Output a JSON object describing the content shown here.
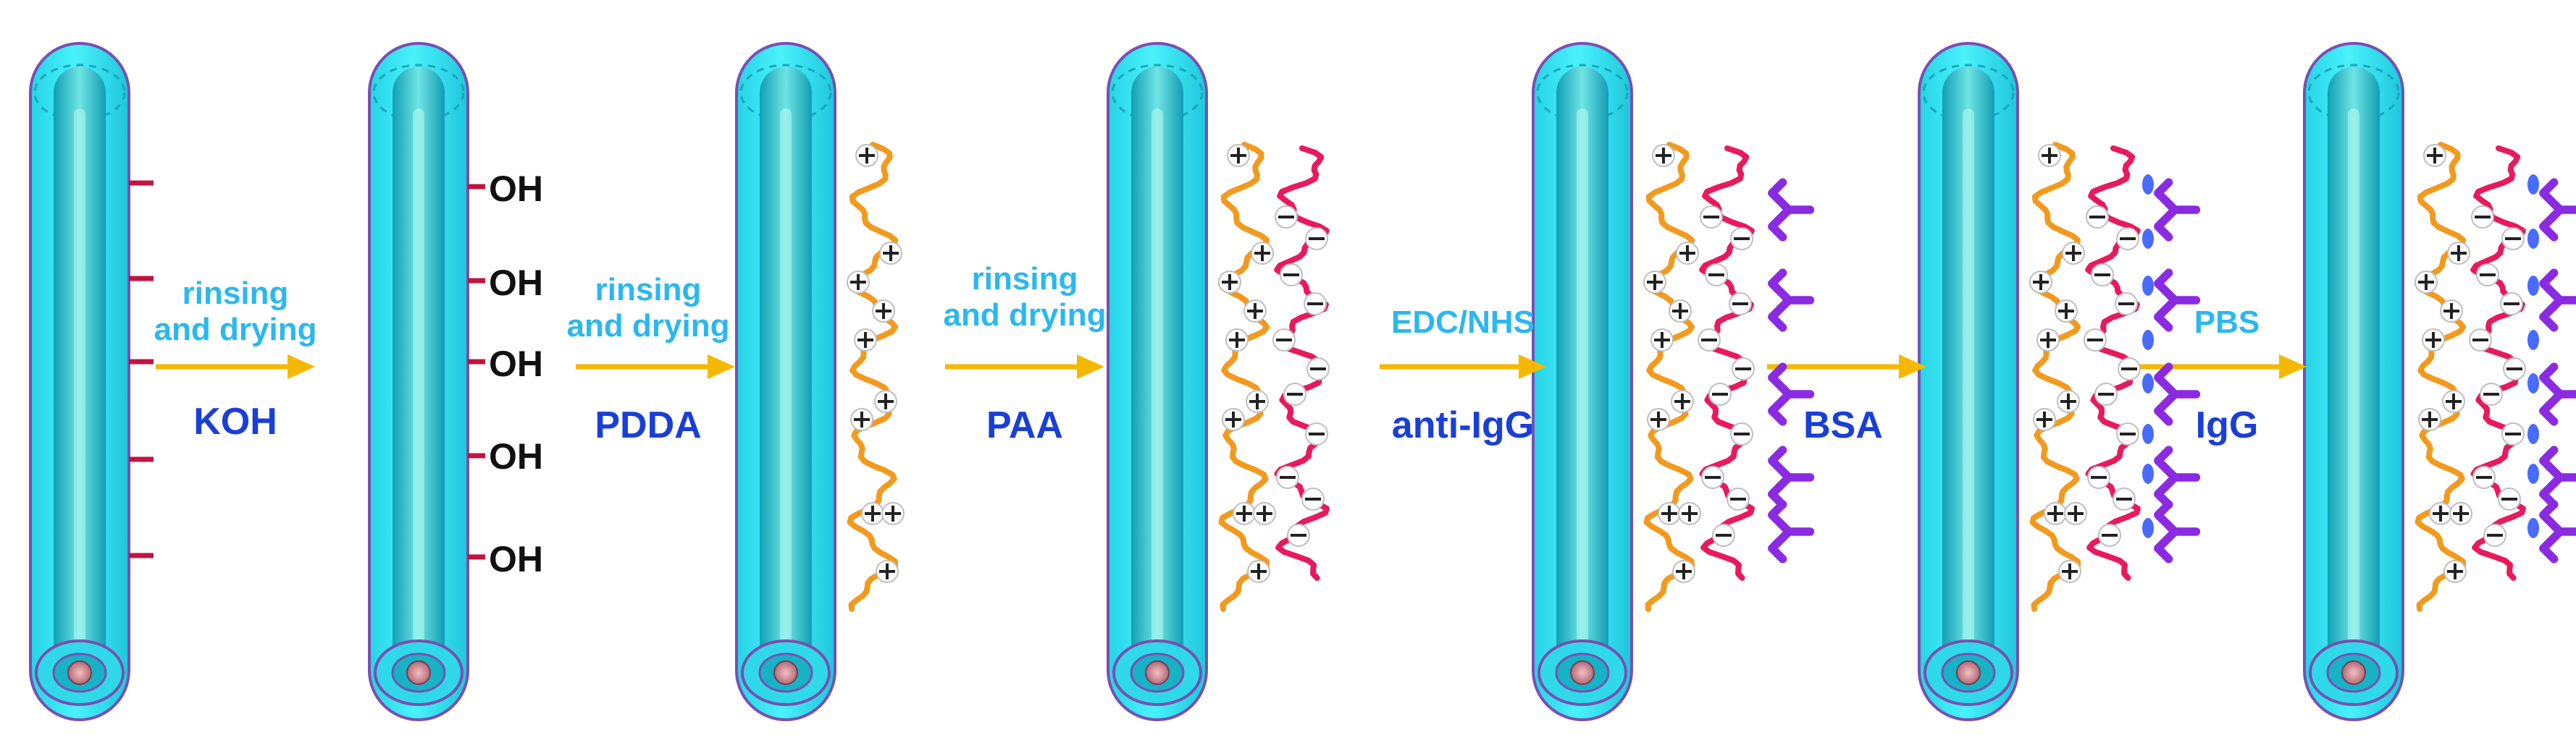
{
  "colors": {
    "fiber_outer": "#35e6f2",
    "fiber_inner": "#1fbfd0",
    "fiber_core": "#8ff0ea",
    "fiber_edge": "#7a4fb0",
    "arrow": "#f5b800",
    "pdda": "#f29a1e",
    "paa": "#e8195c",
    "antibody": "#8a2be2",
    "bsa": "#4a6bff",
    "igg": "#22c24a",
    "hydroxyl_stub": "#c0143c"
  },
  "icons": {
    "fiber": "optical-fiber-icon",
    "arrow": "right-arrow-icon",
    "antibody": "y-antibody-icon"
  },
  "steps": [
    {
      "top": [
        "rinsing",
        "and drying"
      ],
      "bottom": "KOH"
    },
    {
      "top": [
        "rinsing",
        "and drying"
      ],
      "bottom": "PDDA"
    },
    {
      "top": [
        "rinsing",
        "and drying"
      ],
      "bottom": "PAA"
    },
    {
      "top": [
        "EDC/NHS"
      ],
      "bottom": "anti-IgG"
    },
    {
      "top": [],
      "bottom": "BSA"
    },
    {
      "top": [
        "PBS"
      ],
      "bottom": "IgG"
    }
  ],
  "hydroxyl": {
    "label": "OH",
    "count": 5
  },
  "charges": {
    "positive": "+",
    "negative": "−"
  }
}
